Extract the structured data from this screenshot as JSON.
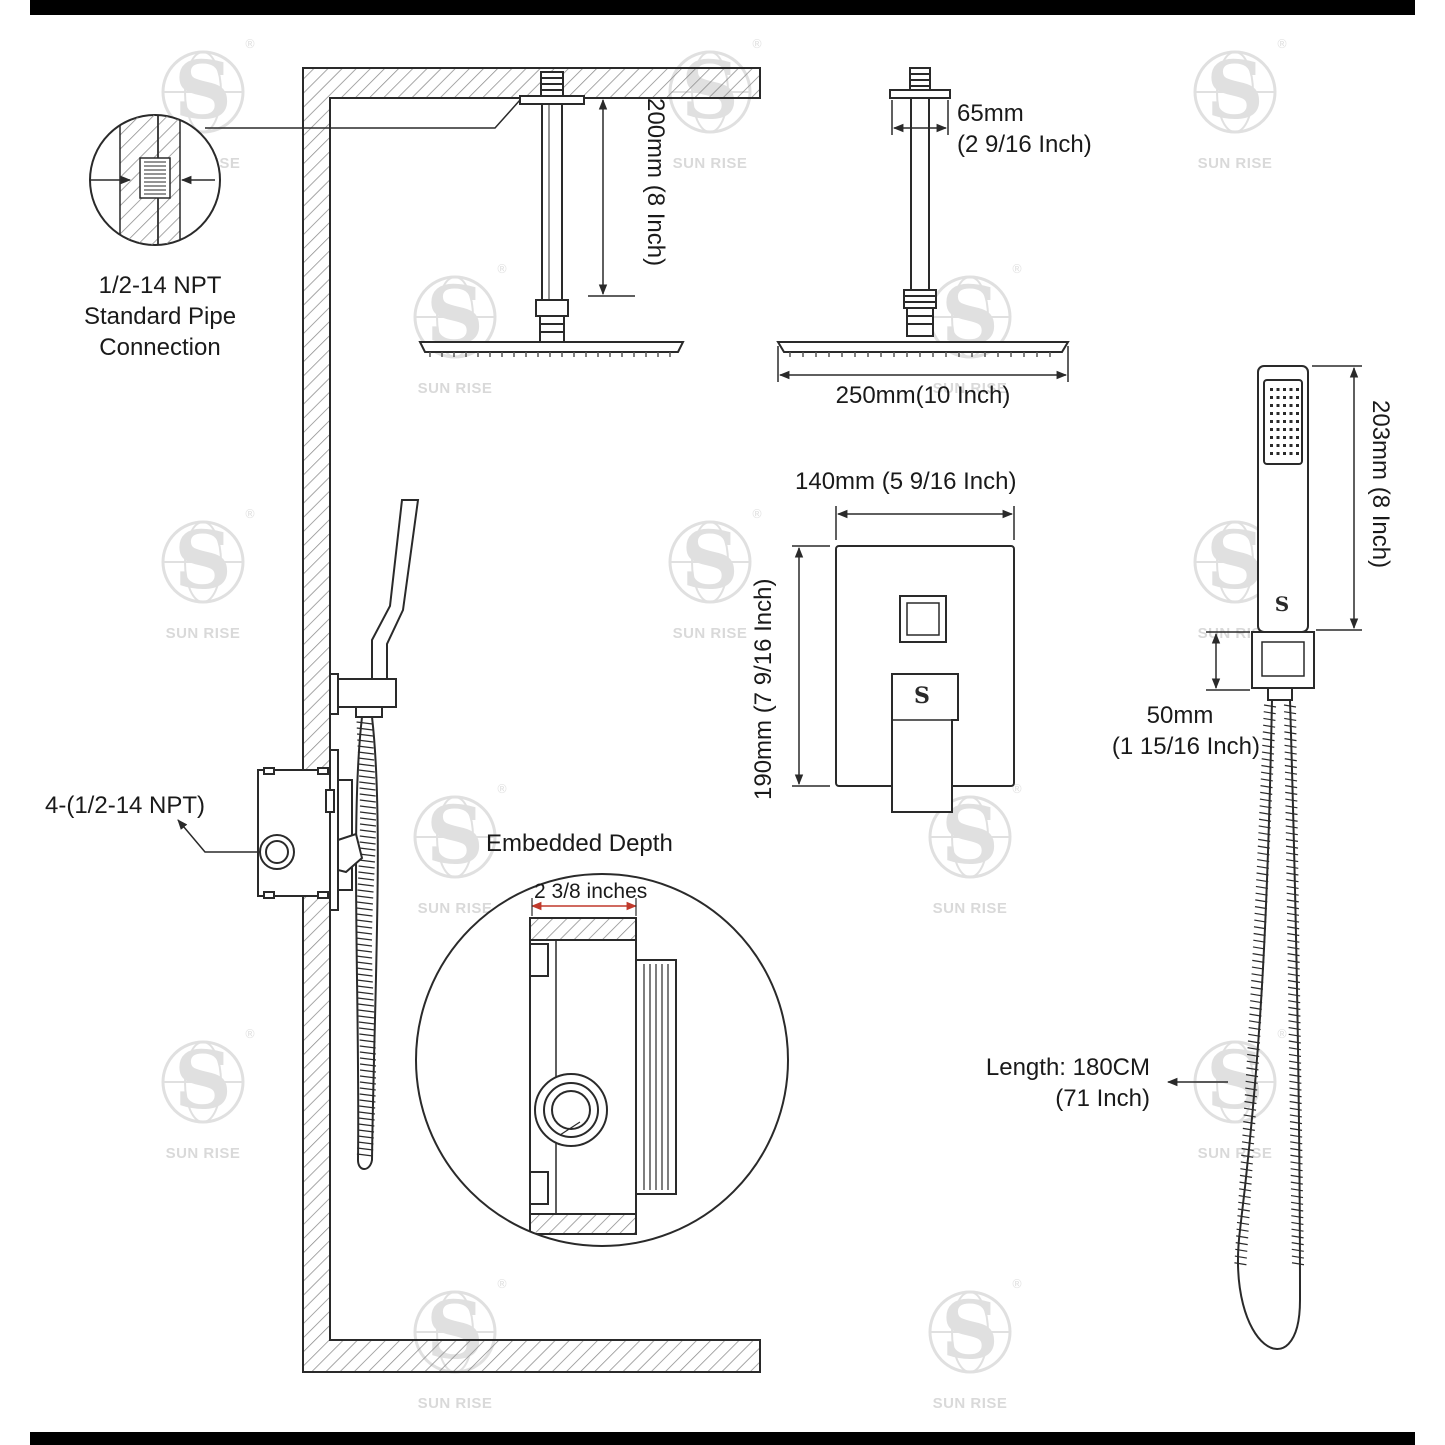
{
  "colors": {
    "line": "#2a2a2a",
    "hatch": "#8a8a8a",
    "accent_dim": "#c0392b",
    "watermark": "#9aa0a6"
  },
  "labels": {
    "npt_line1": "1/2-14 NPT",
    "npt_line2": "Standard Pipe",
    "npt_line3": "Connection",
    "arm_length": "200mm (8 Inch)",
    "arm_diameter_mm": "65mm",
    "arm_diameter_in": "(2 9/16 Inch)",
    "head_width": "250mm(10 Inch)",
    "plate_width": "140mm (5 9/16 Inch)",
    "plate_height": "190mm (7 9/16 Inch)",
    "handheld_length": "203mm (8 Inch)",
    "holder_mm": "50mm",
    "holder_in": "(1 15/16 Inch)",
    "inlets": "4-(1/2-14 NPT)",
    "embedded_title": "Embedded Depth",
    "embedded_depth": "2 3/8 inches",
    "hose_len_1": "Length: 180CM",
    "hose_len_2": "(71 Inch)"
  },
  "watermark": {
    "brand": "SUN RISE",
    "icon": "sunrise-logo-icon"
  },
  "logo_mark": "S"
}
